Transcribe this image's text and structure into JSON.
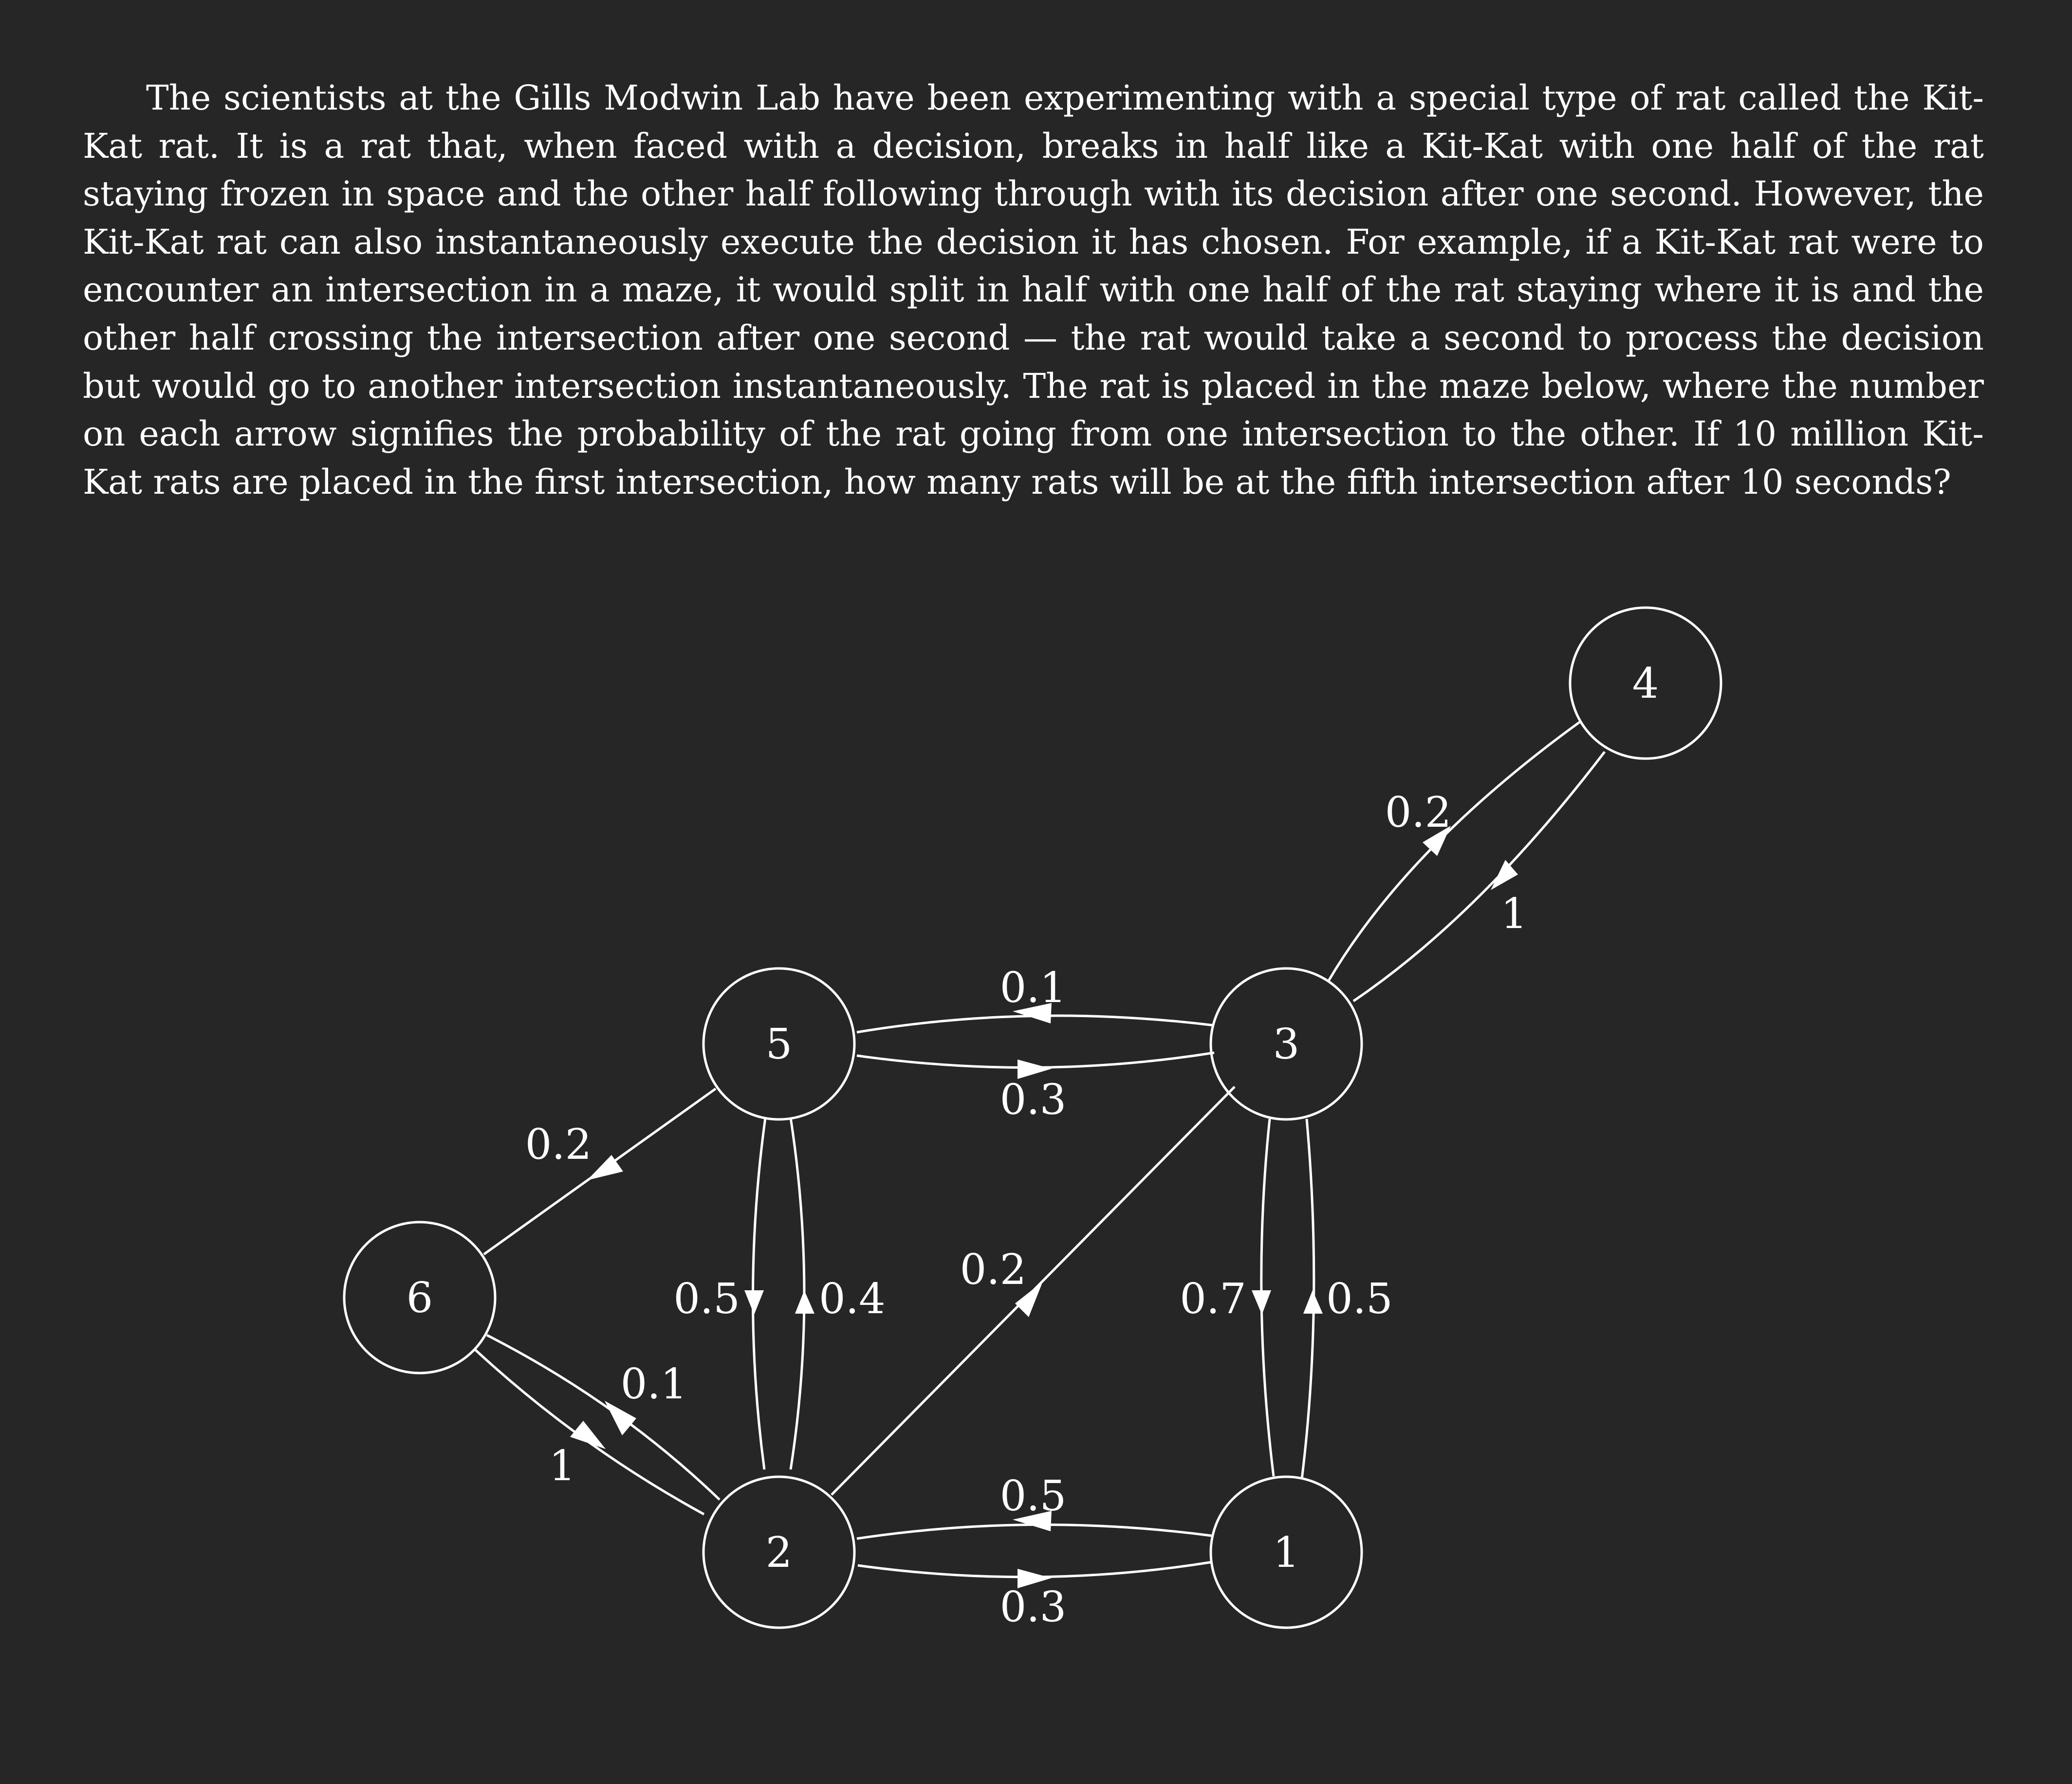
{
  "problem": {
    "text": "The scientists at the Gills Modwin Lab have been experimenting with a special type of rat called the Kit-Kat rat. It is a rat that, when faced with a decision, breaks in half like a Kit-Kat with one half of the rat staying frozen in space and the other half following through with its decision after one second. However, the Kit-Kat rat can also instantaneously execute the decision it has chosen. For example, if a Kit-Kat rat were to encounter an intersection in a maze, it would split in half with one half of the rat staying where it is and the other half crossing the intersection after one second — the rat would take a second to process the decision but would go to another intersection instantaneously. The rat is placed in the maze below, where the number on each arrow signifies the probability of the rat going from one intersection to the other. If 10 million Kit-Kat rats are placed in the first intersection, how many rats will be at the fifth intersection after 10 seconds?"
  },
  "diagram": {
    "nodes": [
      {
        "id": "1",
        "label": "1"
      },
      {
        "id": "2",
        "label": "2"
      },
      {
        "id": "3",
        "label": "3"
      },
      {
        "id": "4",
        "label": "4"
      },
      {
        "id": "5",
        "label": "5"
      },
      {
        "id": "6",
        "label": "6"
      }
    ],
    "edges": [
      {
        "from": "1",
        "to": "2",
        "label": "0.5"
      },
      {
        "from": "2",
        "to": "1",
        "label": "0.3"
      },
      {
        "from": "1",
        "to": "3",
        "label": "0.5"
      },
      {
        "from": "3",
        "to": "1",
        "label": "0.7"
      },
      {
        "from": "2",
        "to": "3",
        "label": "0.2"
      },
      {
        "from": "2",
        "to": "5",
        "label": "0.4"
      },
      {
        "from": "5",
        "to": "2",
        "label": "0.5"
      },
      {
        "from": "2",
        "to": "6",
        "label": "0.1"
      },
      {
        "from": "6",
        "to": "2",
        "label": "1"
      },
      {
        "from": "3",
        "to": "4",
        "label": "0.2"
      },
      {
        "from": "4",
        "to": "3",
        "label": "1"
      },
      {
        "from": "3",
        "to": "5",
        "label": "0.1"
      },
      {
        "from": "5",
        "to": "3",
        "label": "0.3"
      },
      {
        "from": "5",
        "to": "6",
        "label": "0.2"
      }
    ]
  }
}
